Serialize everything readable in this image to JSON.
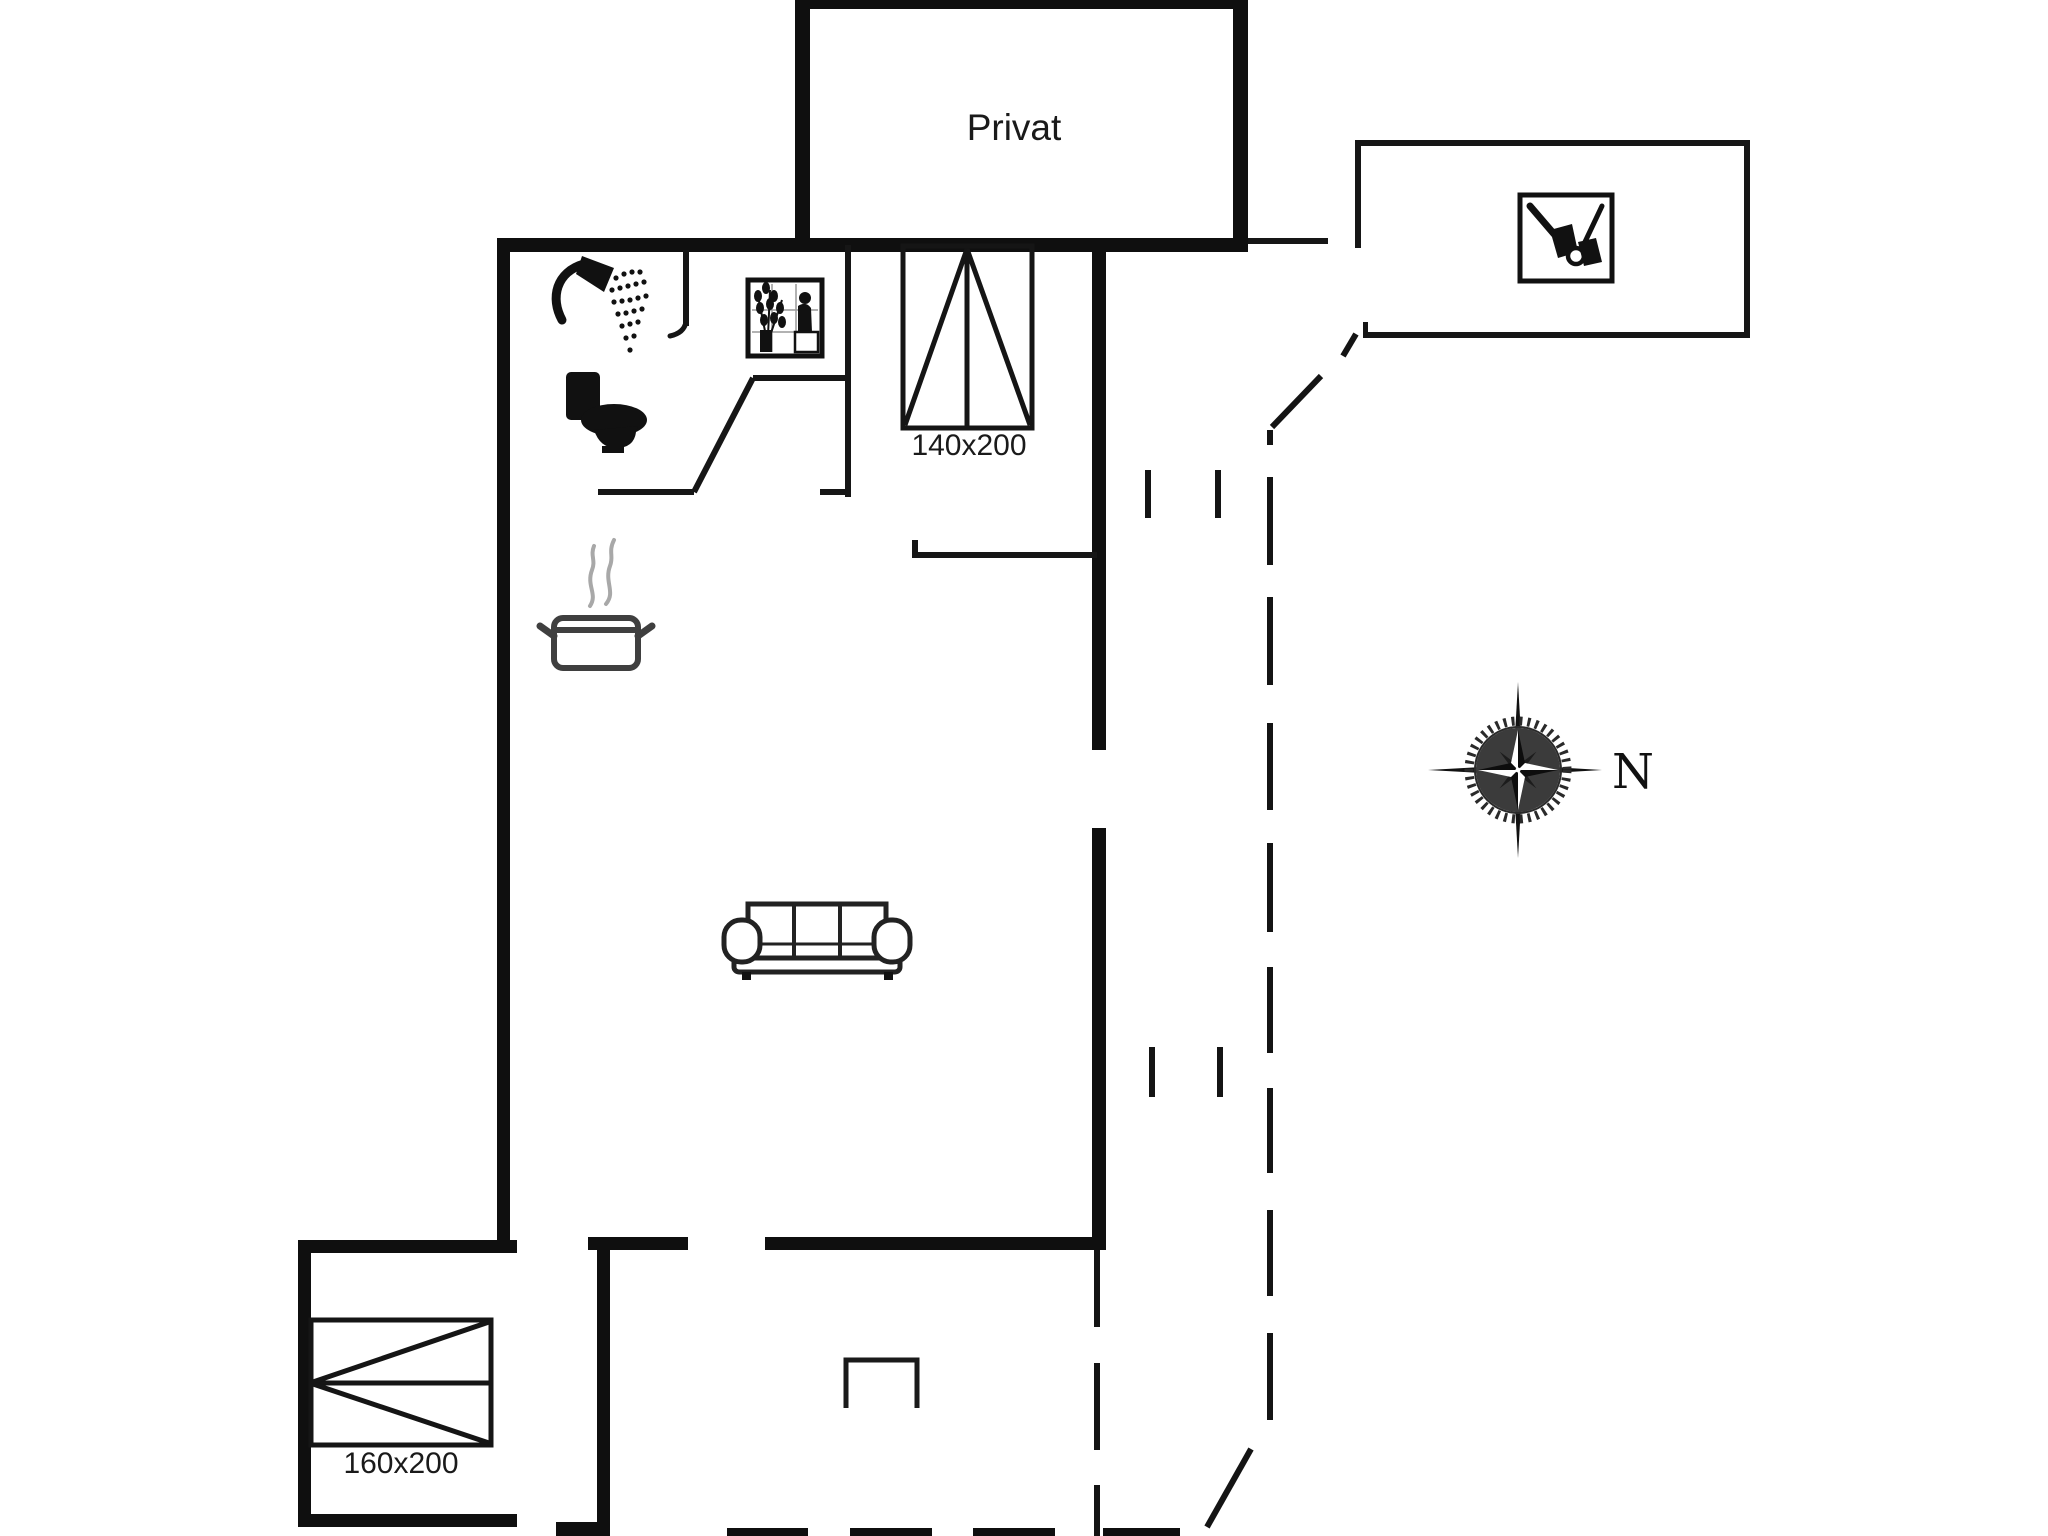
{
  "plan": {
    "type": "floor-plan",
    "background_color": "#ffffff",
    "wall_color": "#0f0f0f",
    "labels": {
      "private_room": "Privat",
      "compass_north": "N"
    },
    "beds": [
      {
        "name": "double-bed",
        "size_label": "140x200"
      },
      {
        "name": "annex-bed",
        "size_label": "160x200"
      }
    ],
    "icons": [
      "shower-icon",
      "toilet-icon",
      "sauna-icon",
      "cooking-pot-icon",
      "sofa-icon",
      "garden-tools-icon",
      "compass-rose-icon"
    ],
    "features": [
      "private-room-top-center",
      "tool-shed-top-right",
      "bathroom-with-sauna",
      "open-kitchen-living-room",
      "entrance-vestibule-bottom",
      "annex-bedroom-bottom-left",
      "dashed-terrace-boundary-right"
    ]
  }
}
